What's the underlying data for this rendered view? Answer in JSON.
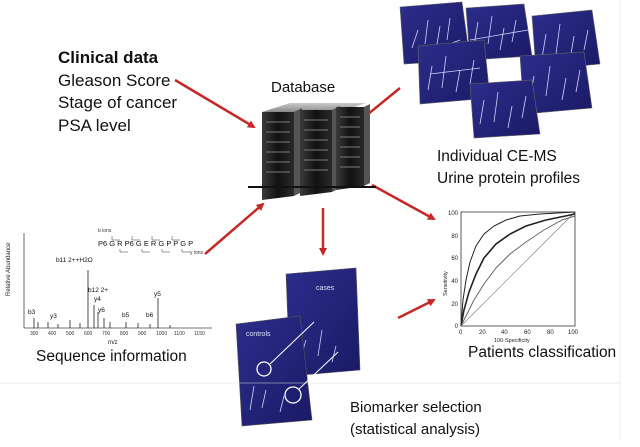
{
  "clinical": {
    "title": "Clinical data",
    "items": [
      "Gleason Score",
      "Stage of cancer",
      "PSA level"
    ]
  },
  "database_label": "Database",
  "profiles_label": {
    "line1": "Individual CE-MS",
    "line2": "Urine protein profiles"
  },
  "sequence_label": "Sequence information",
  "biomarker_label": {
    "line1": "Biomarker selection",
    "line2": "(statistical analysis)"
  },
  "patients_label": "Patients classification",
  "spectrum": {
    "ylabel": "Relative Abundance",
    "xlabel": "m/z",
    "xticks": [
      "300",
      "400",
      "500",
      "600",
      "700",
      "800",
      "900",
      "1000",
      "1100",
      "1150"
    ],
    "peaks": [
      "b3",
      "y3",
      "b12 2+",
      "y4",
      "b11 2++H2O",
      "y5",
      "b5",
      "b6",
      "y6"
    ],
    "sequence_header": "b ions",
    "sequence_footer": "y ions",
    "sequence": "P6 G R P6 G E R G P P G P"
  },
  "heatmap_labels": {
    "cases": "cases",
    "controls": "controls"
  },
  "roc": {
    "ylabel": "Sensitivity",
    "xlabel": "100-Specificity",
    "ticks": [
      "0",
      "20",
      "40",
      "60",
      "80",
      "100"
    ]
  },
  "colors": {
    "arrow": "#c62828",
    "plot_blue": "#23237a",
    "server": "#1a1a1a"
  }
}
